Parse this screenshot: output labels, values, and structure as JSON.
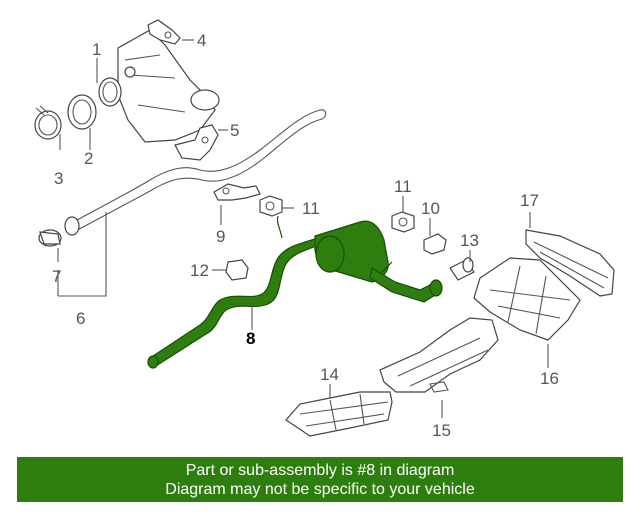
{
  "callouts": {
    "c1": "1",
    "c2": "2",
    "c3": "3",
    "c4": "4",
    "c5": "5",
    "c6": "6",
    "c7": "7",
    "c8": "8",
    "c9": "9",
    "c10": "10",
    "c11a": "11",
    "c11b": "11",
    "c12": "12",
    "c13": "13",
    "c14": "14",
    "c15": "15",
    "c16": "16",
    "c17": "17"
  },
  "colors": {
    "highlight": "#2e7d0f",
    "banner": "#2e7d0f"
  },
  "banner": {
    "line1": "Part or sub-assembly is #8 in diagram",
    "line2": "Diagram may not be specific to your vehicle"
  }
}
